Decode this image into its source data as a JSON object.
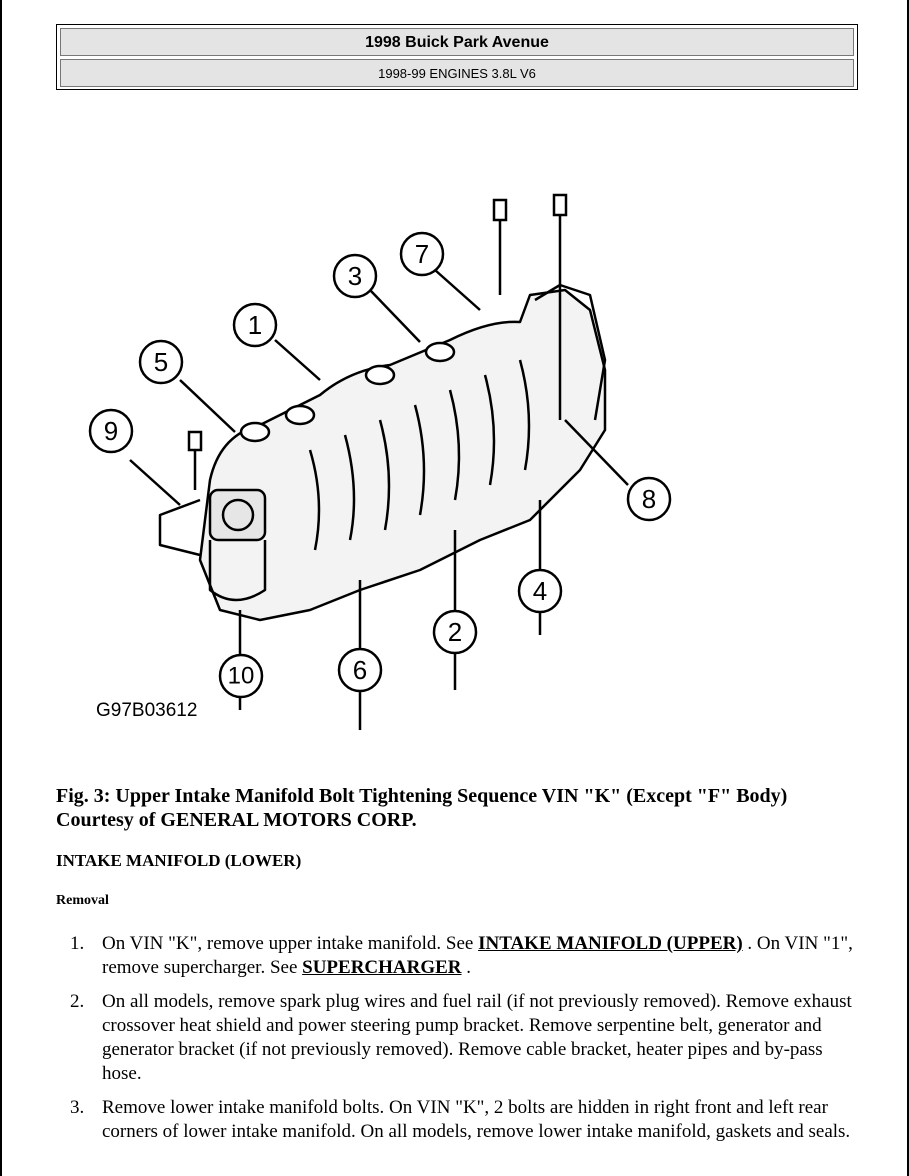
{
  "header": {
    "title": "1998 Buick Park Avenue",
    "subtitle": "1998-99 ENGINES 3.8L V6"
  },
  "figure": {
    "code": "G97B03612",
    "callouts": [
      "1",
      "2",
      "3",
      "4",
      "5",
      "6",
      "7",
      "8",
      "9",
      "10"
    ]
  },
  "caption": {
    "line1": "Fig. 3: Upper Intake Manifold Bolt Tightening Sequence VIN \"K\" (Except \"F\" Body)",
    "line2": "Courtesy of GENERAL MOTORS CORP."
  },
  "section": {
    "title": "INTAKE MANIFOLD (LOWER)",
    "subtitle": "Removal"
  },
  "steps": [
    {
      "number": "1.",
      "text_a": "On VIN \"K\", remove upper intake manifold. See ",
      "link_a": "INTAKE MANIFOLD (UPPER)",
      "text_b": " . On VIN \"1\", remove supercharger. See ",
      "link_b": "SUPERCHARGER",
      "text_c": " ."
    },
    {
      "number": "2.",
      "text": "On all models, remove spark plug wires and fuel rail (if not previously removed). Remove exhaust crossover heat shield and power steering pump bracket. Remove serpentine belt, generator and generator bracket (if not previously removed). Remove cable bracket, heater pipes and by-pass hose."
    },
    {
      "number": "3.",
      "text": "Remove lower intake manifold bolts. On VIN \"K\", 2 bolts are hidden in right front and left rear corners of lower intake manifold. On all models, remove lower intake manifold, gaskets and seals."
    }
  ]
}
